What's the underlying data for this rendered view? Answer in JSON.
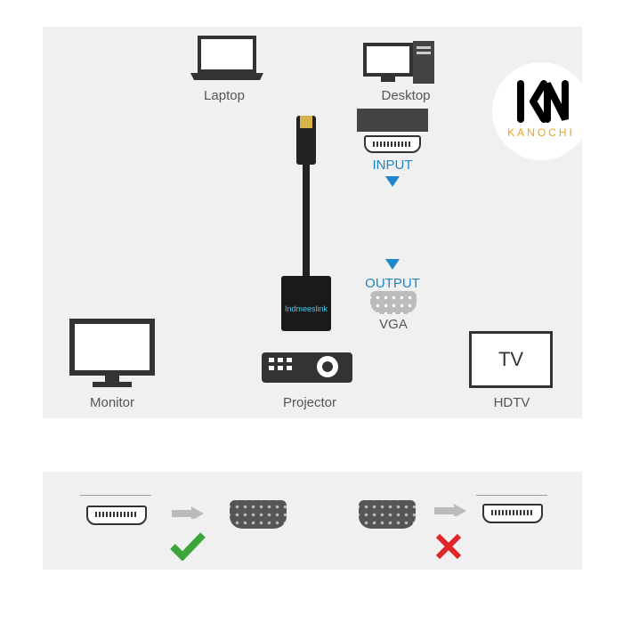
{
  "devices": {
    "laptop": "Laptop",
    "desktop": "Desktop",
    "monitor": "Monitor",
    "projector": "Projector",
    "hdtv": "HDTV",
    "tv_screen_text": "TV"
  },
  "adapter": {
    "input": "INPUT",
    "output": "OUTPUT",
    "vga": "VGA",
    "brand_text": "Indmeeslink"
  },
  "logo": {
    "brand": "KANOCHI",
    "mark": "KN"
  },
  "colors": {
    "accent": "#1f86c9",
    "check": "#3aa63a",
    "cross": "#e0262a",
    "logo_text": "#e8a317"
  }
}
